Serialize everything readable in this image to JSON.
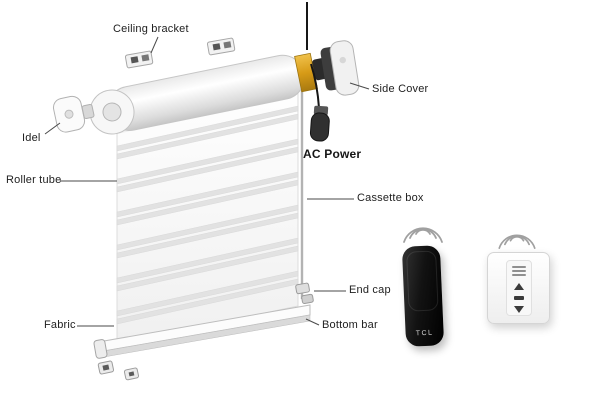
{
  "diagram": {
    "labels": {
      "ceiling_bracket": "Ceiling bracket",
      "side_cover": "Side Cover",
      "idel": "Idel",
      "ac_power": "AC Power",
      "roller_tube": "Roller tube",
      "cassette_box": "Cassette box",
      "end_cap": "End cap",
      "fabric": "Fabric",
      "bottom_bar": "Bottom bar"
    }
  },
  "remote": {
    "brand": "TCL"
  },
  "wall_switch": {
    "button_icons": [
      "up-arrow-icon",
      "stop-bar-icon",
      "down-arrow-icon"
    ]
  },
  "icons": {
    "wireless": "wireless-signal-icon"
  },
  "colors": {
    "background": "#ffffff",
    "label_text": "#1e1e1e",
    "leader_line": "#4a4a4a",
    "remote_body": "#121212",
    "remote_text": "#d6d6d6",
    "motor_gold": "#d79b17",
    "signal_wave": "#a0a0a0",
    "blind_white": "#fafafa",
    "stripe_gray": "#e2e2e2"
  }
}
